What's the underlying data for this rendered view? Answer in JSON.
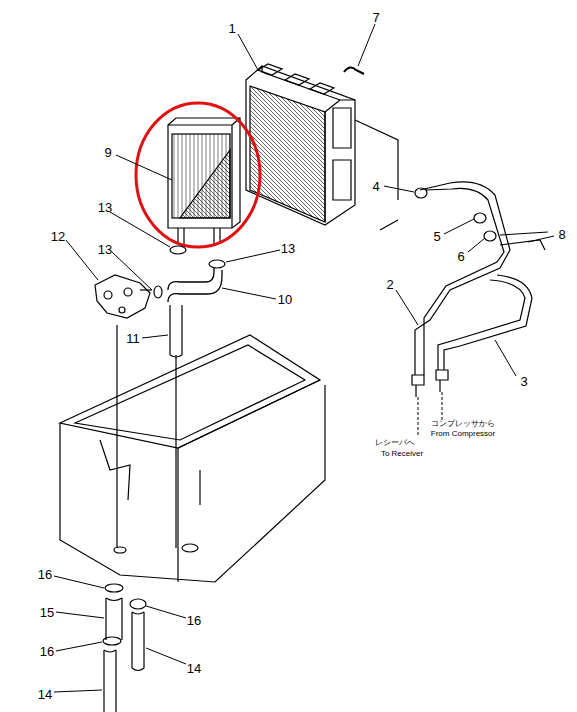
{
  "diagram": {
    "labels": [
      "1",
      "7",
      "4",
      "5",
      "6",
      "8",
      "2",
      "3",
      "9",
      "13",
      "13",
      "13",
      "12",
      "10",
      "11",
      "16",
      "16",
      "15",
      "16",
      "14",
      "14",
      "コンプレッサから",
      "From Compressor",
      "レシーバへ",
      "To Receiver"
    ]
  }
}
